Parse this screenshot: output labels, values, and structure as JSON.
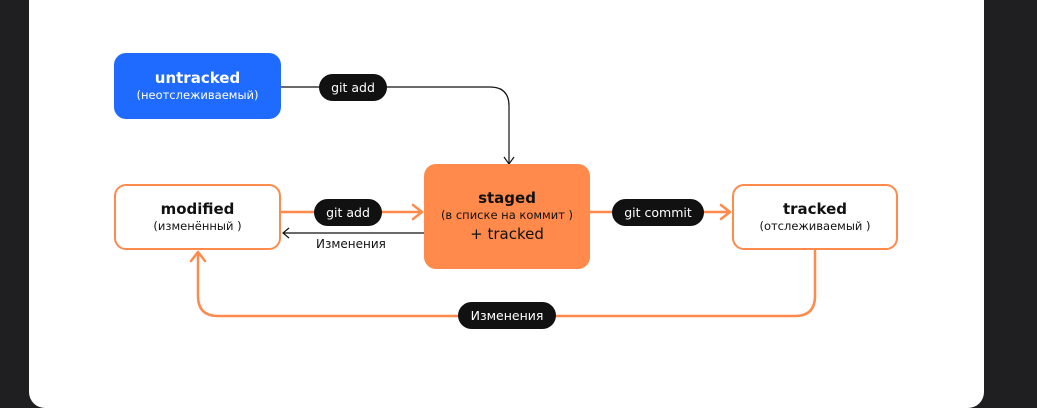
{
  "nodes": {
    "untracked": {
      "title": "untracked",
      "subtitle": "(неотслеживаемый)"
    },
    "modified": {
      "title": "modified",
      "subtitle": "(изменённый )"
    },
    "staged": {
      "title": "staged",
      "subtitle": "(в списке на коммит )",
      "extra": "+ tracked"
    },
    "tracked": {
      "title": "tracked",
      "subtitle": "(отслеживаемый )"
    }
  },
  "edges": {
    "untracked_to_staged": "git add",
    "modified_to_staged": "git add",
    "staged_to_modified": "Изменения",
    "staged_to_tracked": "git commit",
    "tracked_to_modified": "Изменения"
  },
  "colors": {
    "blue": "#1f6bff",
    "orange": "#ff8a4c",
    "pill": "#111111",
    "background": "#1f1f21"
  }
}
